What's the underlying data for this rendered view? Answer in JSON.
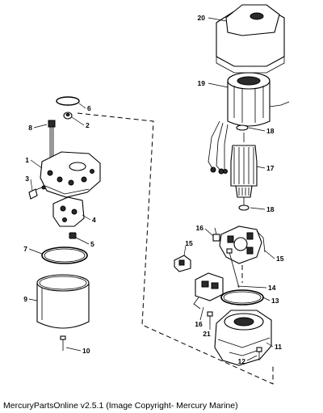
{
  "caption": "MercuryPartsOnline v2.5.1 (Image Copyright- Mercury Marine)",
  "callouts": {
    "c1": "1",
    "c2": "2",
    "c3": "3",
    "c4": "4",
    "c5": "5",
    "c6": "6",
    "c7": "7",
    "c8": "8",
    "c9": "9",
    "c10": "10",
    "c11": "11",
    "c12": "12",
    "c13": "13",
    "c14": "14",
    "c15a": "15",
    "c15b": "15",
    "c16a": "16",
    "c16b": "16",
    "c17": "17",
    "c18a": "18",
    "c18b": "18",
    "c19": "19",
    "c20": "20",
    "c21": "21"
  }
}
